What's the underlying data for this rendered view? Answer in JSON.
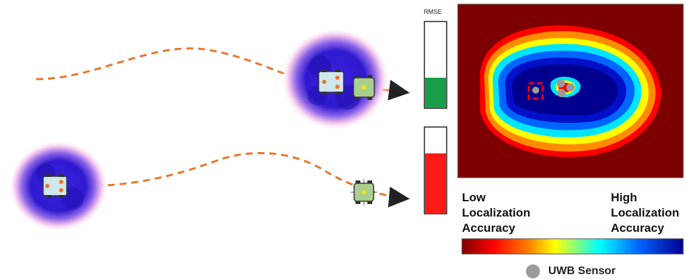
{
  "rmse_label": "RMSE",
  "rmse_bars": [
    {
      "fill_fraction": 0.35,
      "color": "#1a9e4a"
    },
    {
      "fill_fraction": 0.7,
      "color": "#ff1a1a"
    }
  ],
  "colorbar": {
    "low_label_lines": [
      "Low",
      "Localization",
      "Accuracy"
    ],
    "high_label_lines": [
      "High",
      "Localization",
      "Accuracy"
    ],
    "colors": [
      "#7d0000",
      "#ff0000",
      "#ff7f00",
      "#ffff00",
      "#00ffff",
      "#0064ff",
      "#00008f"
    ]
  },
  "legend": {
    "sensor_label": "UWB Sensor",
    "sensor_color": "#9a9a9a"
  },
  "colors": {
    "path": "#e8762c",
    "robot_body": "#cfe6ea",
    "robot_target": "#a9cf8e",
    "accuracy_glow": "#2a16d8",
    "halo": "#f6c8e6",
    "sensor_window": "#ff0000"
  }
}
